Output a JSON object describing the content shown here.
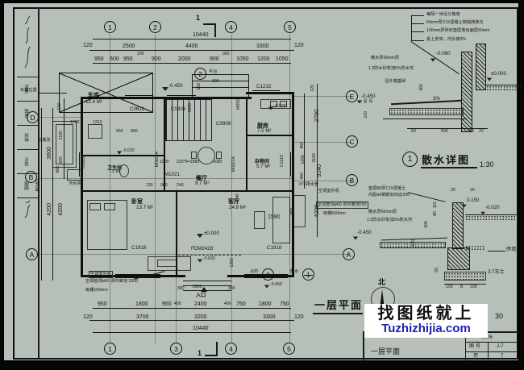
{
  "wm": {
    "l1": "找图纸就上",
    "l2": "Tuzhizhijia.com",
    "blue": "#1d1db5"
  },
  "tb": {
    "name": "一层平面",
    "code": "0806",
    "no_lbl": "图 号",
    "no": "J-7",
    "pg_lbl": "页",
    "pg": "7"
  },
  "pt": {
    "title": "一层平面"
  },
  "north": "北",
  "strip": {
    "c0": "审定",
    "c1": "审核",
    "c2": "校对",
    "c3": "设计",
    "c4": "制图"
  },
  "ax": {
    "t0": "1",
    "t1": "2",
    "t2": "4",
    "t3": "5",
    "b0": "1",
    "b1": "3",
    "b2": "4",
    "b3": "5",
    "l0": "D",
    "l1": "B",
    "l2": "A",
    "r0": "E",
    "r1": "C",
    "r2": "B",
    "r3": "A",
    "sec": "1"
  },
  "refs": {
    "r1n": "2",
    "r1l": "平台",
    "r2n": "2",
    "r2l": "台阶",
    "r3n": "1",
    "r3l": "散水"
  },
  "dt": {
    "o": "10440",
    "r2": [
      "120",
      "2500",
      "4400",
      "3300",
      "120"
    ],
    "r3": [
      "950",
      "600",
      "950",
      "300",
      "900",
      "2000",
      "900",
      "300",
      "1050",
      "1200",
      "1050"
    ]
  },
  "db": {
    "o": "10440",
    "r1": [
      "950",
      "1800",
      "950",
      "400",
      "2400",
      "400",
      "750",
      "1800",
      "750"
    ],
    "r2": [
      "120",
      "3700",
      "3200",
      "3300",
      "120"
    ]
  },
  "dl": {
    "a": "8040",
    "b": "4200",
    "c": "4200",
    "d": "3600",
    "e": "2100",
    "f": "600",
    "g": "900",
    "h": "1200",
    "i": "1310",
    "j": "120"
  },
  "dr": {
    "a": "120",
    "b": "2700",
    "c": "450",
    "d": "1200",
    "e": "2100",
    "f": "450",
    "g": "9240",
    "h": "2040",
    "i": "650",
    "j": "4200",
    "k": "1590",
    "l": "1250"
  },
  "di": {
    "a": "-0.450",
    "b": "150",
    "c": "300",
    "d": "1050",
    "e": "950",
    "f": "800",
    "g": "-0.020",
    "h": "1000",
    "i": "220*9=1980",
    "j": "1080",
    "k": "130",
    "l": "950",
    "m": "240",
    "n": "±0.000",
    "o": "-0.020",
    "p": "2800",
    "q": "380",
    "r": "380",
    "s": "-0.450",
    "u": "-0.020"
  },
  "rooms": {
    "garage_n": "车库",
    "garage_a": "12.4 M²",
    "bath_n": "卫生间",
    "bath_a": "7.6 M²",
    "dining_n": "餐厅",
    "dining_a": "9.7 M²",
    "kitchen_n": "厨房",
    "kitchen_a": "7.5 M²",
    "store_n": "杂物间",
    "store_a": "5.7 M²",
    "bed_n": "卧室",
    "bed_a": "13.7 M²",
    "living_n": "客厅",
    "living_a": "24.8 M²"
  },
  "op": {
    "c0612t": "C0612",
    "c0909t": "C0909",
    "c0909s": "C0909",
    "c1215t": "C1215",
    "c1215r": "C1215",
    "m0927": "M0927",
    "m0821": "M0821A",
    "m0921": "M0921A",
    "m1021": "M1021",
    "c0612l": "C0612",
    "c1818l": "C1818",
    "fdm": "FDM2428",
    "c1818r": "C1818"
  },
  "nt": {
    "garage_pos": "车库位置",
    "septic": "化粪池",
    "sewage": "污水井",
    "entry": "入口",
    "ac1": "空调室外机",
    "ac1b": "空调管洞ø60 洞中离地 2500",
    "cano1": "雨棚100mm",
    "drain": "#75排水管",
    "ac2": "空调室外机",
    "ac2b": "空调管洞ø60 洞中离地250",
    "cano2": "雨棚500mm"
  },
  "d1": {
    "bub": "1",
    "title": "散水详图",
    "scale": "1:30",
    "l1": "每隔一米设分格缝",
    "l2": "60mm厚C15混凝土随捣随抹光",
    "l3": "100mm厚碎石垫层宽出面层60mm",
    "l4": "素土夯实，向外坡3%",
    "n1": "散水厚60mm厚",
    "n2": "1:2防水砂浆加5%防水剂",
    "n3": "沿外墙基础",
    "v1": "-0.060",
    "v2": "±0.000",
    "v3": "-0.450",
    "d400": "400",
    "slope": "3%",
    "s60": "60",
    "s20": "20",
    "s100": "100",
    "b60": "60",
    "b600": "600",
    "b180": "180",
    "b20": "20"
  },
  "d2": {
    "n1": "垫层80厚C15混凝土",
    "n2": "内配ø6钢筋双向@200",
    "n3": "散水厚60mm厚",
    "n4": "1:2防水砂浆加5%防水剂",
    "v1": "0.150",
    "v2": "-0.020",
    "v3": "-0.450",
    "d20a": "20",
    "d20b": "20",
    "d110": "110",
    "d80": "80",
    "d600": "600",
    "d100": "100",
    "d50": "50",
    "soil": "3:7灰土",
    "wall": "砖墙",
    "c100a": "100",
    "cb": "B",
    "c100b": "100",
    "scale_part": "30"
  }
}
